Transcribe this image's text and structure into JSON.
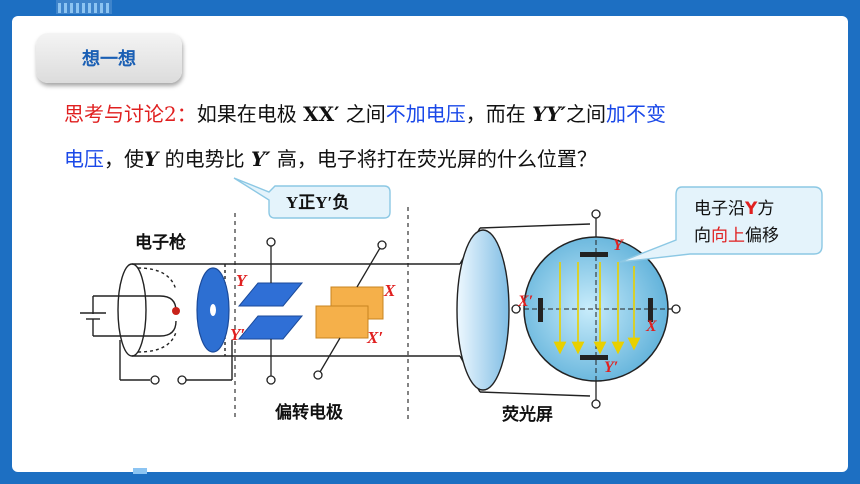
{
  "badge": {
    "label": "想一想"
  },
  "question": {
    "line1": {
      "prefix": "思考与讨论2：",
      "t1": "如果在电极 ",
      "xx": "XX′",
      "t2": " 之间",
      "hl1": "不加电压",
      "t3": "，而在 ",
      "yy": "YY′",
      "t4": "之间",
      "hl2": "加不变"
    },
    "line2": {
      "hl2b": "电压",
      "t1": "，使",
      "y": "Y",
      "t2": " 的电势比 ",
      "yp": "Y′",
      "t3": " 高，电子将打在荧光屏的什么位置？"
    }
  },
  "callouts": {
    "polarity": "Y正Y′负",
    "result": {
      "a": "电子沿",
      "b": "Y",
      "c": "方",
      "d": "向",
      "e": "向上",
      "f": "偏移"
    }
  },
  "labels": {
    "gun": "电子枪",
    "deflect": "偏转电极",
    "screen": "荧光屏",
    "Y": "Y",
    "Yp": "Y′",
    "X": "X",
    "Xp": "X′"
  },
  "colors": {
    "frame": "#1d6fc2",
    "accent_red": "#e02020",
    "accent_blue": "#1a48e8",
    "plate_blue": "#2f6fd6",
    "plate_orange": "#f5b04a",
    "screen_fill": "#8fc9e8"
  }
}
